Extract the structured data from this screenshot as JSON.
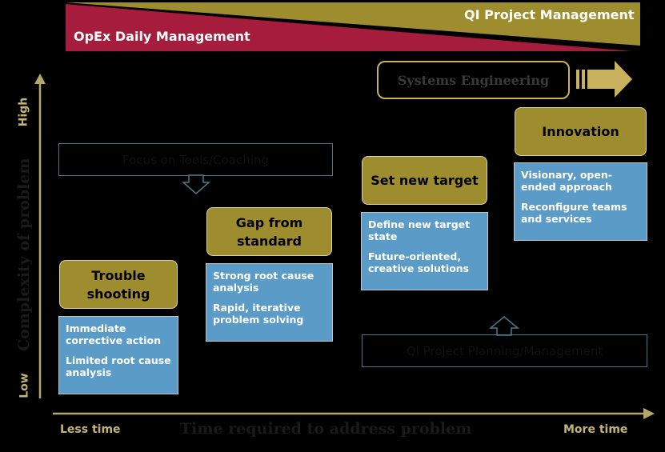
{
  "banners": {
    "qi_label": "QI Project Management",
    "opex_label": "OpEx Daily Management",
    "colors": {
      "qi": "#9d8d2e",
      "opex": "#a61c3c"
    }
  },
  "systems": {
    "label": "Systems Engineering"
  },
  "focus_box": {
    "label": "Focus on Tools/Coaching"
  },
  "qi_box": {
    "label": "QI Project Planning/Management"
  },
  "stages": [
    {
      "title": "Trouble shooting",
      "points": [
        "Immediate corrective action",
        "Limited root cause analysis"
      ]
    },
    {
      "title": "Gap from standard",
      "points": [
        "Strong root cause analysis",
        "Rapid, iterative problem solving"
      ]
    },
    {
      "title": "Set new target",
      "points": [
        "Define new target state",
        "Future-oriented, creative solutions"
      ]
    },
    {
      "title": "Innovation",
      "points": [
        "Visionary, open-ended approach",
        "Reconfigure teams and services"
      ]
    }
  ],
  "y_axis": {
    "high": "High",
    "low": "Low",
    "title": "Complexity of problem"
  },
  "x_axis": {
    "less": "Less time",
    "more": "More time",
    "title": "Time required to address problem"
  },
  "colors": {
    "gold": "#9d8d2e",
    "blue": "#5b9bc7",
    "axis": "#b5a765"
  }
}
